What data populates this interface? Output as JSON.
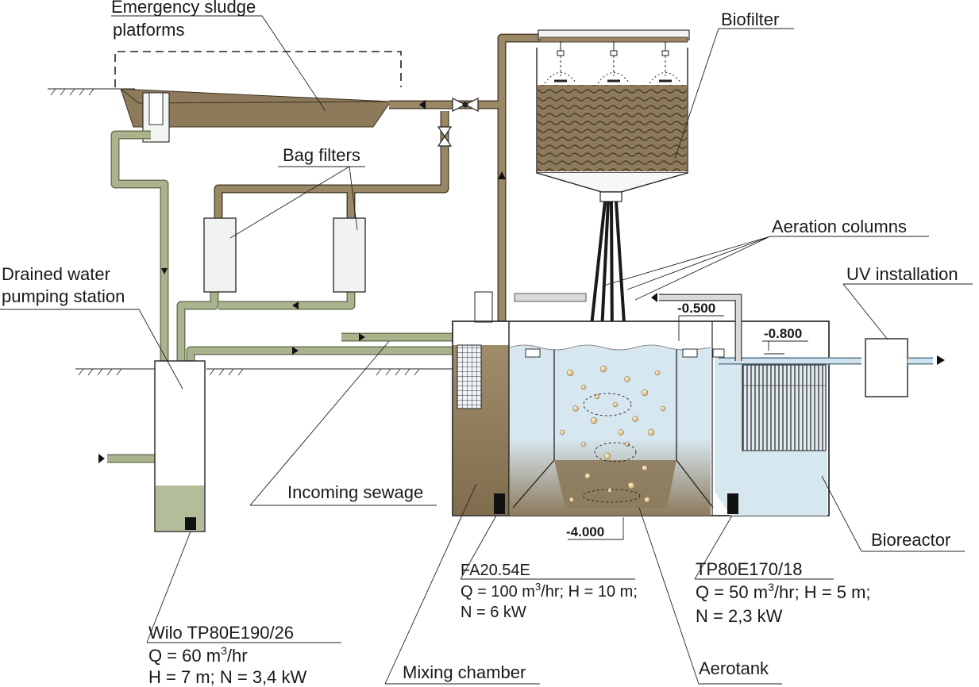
{
  "labels": {
    "emergency_sludge_1": "Emergency sludge",
    "emergency_sludge_2": "platforms",
    "biofilter": "Biofilter",
    "bag_filters": "Bag filters",
    "aeration_columns": "Aeration columns",
    "uv_installation": "UV installation",
    "drained_water_1": "Drained water",
    "drained_water_2": "pumping station",
    "incoming_sewage": "Incoming sewage",
    "bioreactor": "Bioreactor",
    "mixing_chamber": "Mixing chamber",
    "aerotank": "Aerotank"
  },
  "levels": {
    "level_a": "-0.500",
    "level_b": "-0.800",
    "level_c": "-4.000"
  },
  "pumps": {
    "fa": {
      "model": "FA20.54E",
      "q_prefix": "Q = 100 m",
      "q_sup": "3",
      "q_suffix": "/hr; H = 10 m;",
      "line2": "N = 6 kW"
    },
    "tp170": {
      "model": "TP80E170/18",
      "line1": "Q = 50 m",
      "line1_sup": "3",
      "line1_suffix": "/hr; H = 5 m;",
      "line2": "N = 2,3 kW"
    },
    "wilo": {
      "model": "Wilo TP80E190/26",
      "line1": "Q = 60 m",
      "line1_sup": "3",
      "line1_suffix": "/hr",
      "line2": "H = 7 m; N = 3,4 kW"
    }
  },
  "colors": {
    "sludge": "#8c7a5b",
    "sludge_dark": "#6e5d40",
    "green_pipe": "#a9b48f",
    "green_pipe_edge": "#6c7356",
    "brown_pipe": "#9a8765",
    "water": "#d3e4ee",
    "line": "#1a1a1a"
  }
}
